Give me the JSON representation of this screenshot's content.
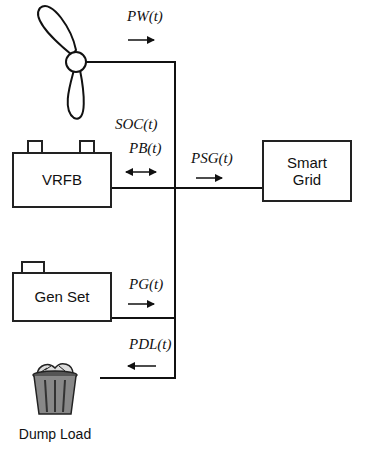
{
  "diagram": {
    "nodes": [
      {
        "text": [
          "VRFB"
        ]
      },
      {
        "text": [
          "Smart Grid"
        ]
      },
      {
        "text": [
          "Gen Set"
        ]
      },
      {
        "text": [
          "Dump Load"
        ]
      }
    ],
    "edges": [
      {
        "from": 0,
        "to": 1,
        "arrow": "none"
      },
      {
        "from": 2,
        "to": 1,
        "arrow": "none"
      },
      {
        "from": 3,
        "to": 1,
        "arrow": "none"
      }
    ],
    "labels": [
      "PW(t)",
      "SOC(t)",
      "PB(t)",
      "PSG(t)",
      "PG(t)",
      "PDL(t)"
    ]
  }
}
